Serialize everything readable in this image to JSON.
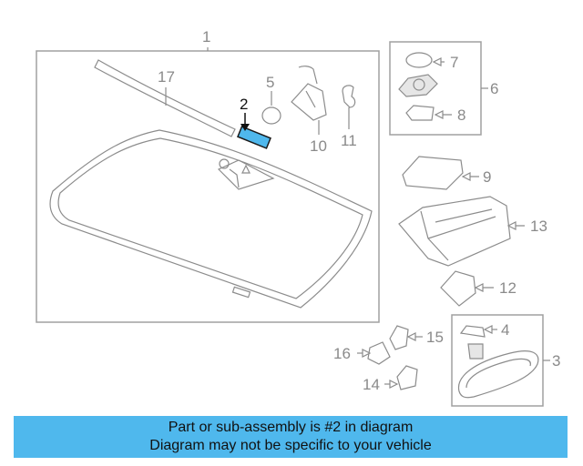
{
  "callouts": {
    "c1": "1",
    "c2": "2",
    "c3": "3",
    "c4": "4",
    "c5": "5",
    "c6": "6",
    "c7": "7",
    "c8": "8",
    "c9": "9",
    "c10": "10",
    "c11": "11",
    "c12": "12",
    "c13": "13",
    "c14": "14",
    "c15": "15",
    "c16": "16",
    "c17": "17"
  },
  "highlight": {
    "part_number": "2",
    "color": "#4fb8ed"
  },
  "colors": {
    "banner": "#4fb8ed",
    "line_art": "#8c8c8c",
    "callout_text": "#8a8a8a"
  },
  "banner": {
    "line1": "Part or sub-assembly is #2 in diagram",
    "line2": "Diagram may not be specific to your vehicle"
  }
}
